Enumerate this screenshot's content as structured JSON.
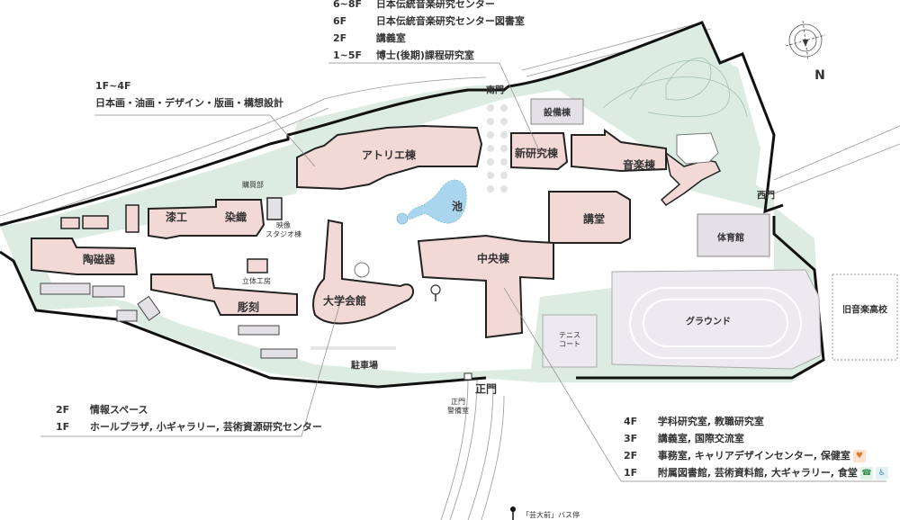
{
  "compass": {
    "label": "N"
  },
  "callouts": {
    "shin_kenkyu": {
      "rows": [
        {
          "floor": "6~8F",
          "text": "日本伝統音楽研究センター"
        },
        {
          "floor": "6F",
          "text": "日本伝統音楽研究センター図書室"
        },
        {
          "floor": "2F",
          "text": "講義室"
        },
        {
          "floor": "1~5F",
          "text": "博士(後期)課程研究室"
        }
      ]
    },
    "atelier": {
      "rows": [
        {
          "floor": "1F~4F",
          "text": ""
        },
        {
          "floor": "",
          "text": "日本画・油画・デザイン・版画・構想設計"
        }
      ]
    },
    "daigaku_kaikan": {
      "rows": [
        {
          "floor": "2F",
          "text": "情報スペース"
        },
        {
          "floor": "1F",
          "text": "ホールプラザ, 小ギャラリー, 芸術資源研究センター"
        }
      ]
    },
    "chuo": {
      "rows": [
        {
          "floor": "4F",
          "text": "学科研究室, 教職研究室"
        },
        {
          "floor": "3F",
          "text": "講義室, 国際交流室"
        },
        {
          "floor": "2F",
          "text": "事務室, キャリアデザインセンター, 保健室",
          "icons": [
            "aed-icon"
          ]
        },
        {
          "floor": "1F",
          "text": "附属図書館, 芸術資料館, 大ギャラリー, 食堂",
          "icons": [
            "phone-icon",
            "accessible-toilet-icon"
          ]
        }
      ]
    }
  },
  "buildings": {
    "atelier": "アトリエ棟",
    "shin_kenkyu": "新研究棟",
    "setsubi": "設備棟",
    "ongaku": "音楽棟",
    "kodo": "講堂",
    "chuo": "中央棟",
    "daigaku_kaikan": "大学会館",
    "taiikukan": "体育館",
    "ground": "グラウンド",
    "tennis": "テニス\nコート",
    "tennis_line1": "テニス",
    "tennis_line2": "コート",
    "urushi": "漆工",
    "senshoku": "染織",
    "toji": "陶磁器",
    "chokoku": "彫刻",
    "rittai": "立体工房",
    "eizo_line1": "映像",
    "eizo_line2": "スタジオ棟",
    "kobaibu": "購買部",
    "ike": "池",
    "chushajo": "駐車場",
    "kyu_ongaku": "旧音楽高校"
  },
  "gates": {
    "minami": "南門",
    "nishi": "西門",
    "sei": "正門",
    "keibi_line1": "正門",
    "keibi_line2": "警備室"
  },
  "bus_stop": {
    "label": "「芸大前」バス停"
  },
  "colors": {
    "building_pink": "#f2d9d6",
    "building_gray": "#e3e0e6",
    "green_area": "#dcece2",
    "pond": "#a9d6ee",
    "ground": "#ece9ef",
    "boundary": "#111111"
  }
}
